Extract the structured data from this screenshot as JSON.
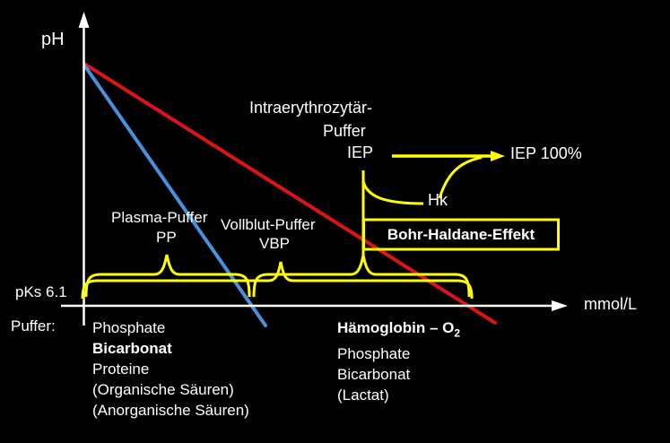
{
  "labels": {
    "y_axis": "pH",
    "x_axis": "mmol/L",
    "y_tick": "pKs 6.1",
    "intra_line1": "Intraerythrozytär-",
    "intra_line2": "Puffer",
    "iep": "IEP",
    "iep_100": "IEP 100%",
    "hk": "Hk",
    "bohr_box": "Bohr-Haldane-Effekt",
    "plasma_line1": "Plasma-Puffer",
    "plasma_line2": "PP",
    "vollblut_line1": "Vollblut-Puffer",
    "vollblut_line2": "VBP",
    "puffer_heading": "Puffer:"
  },
  "lists": {
    "left": {
      "items": [
        {
          "text": "Phosphate"
        },
        {
          "text": "Bicarbonat"
        },
        {
          "text": "Proteine"
        },
        {
          "text": "(Organische Säuren)"
        },
        {
          "text": "(Anorganische Säuren)"
        }
      ]
    },
    "right": {
      "items": [
        {
          "text": "Hämoglobin – O",
          "sub": "2"
        },
        {
          "text": "Phosphate"
        },
        {
          "text": "Bicarbonat"
        },
        {
          "text": "(Lactat)"
        }
      ]
    }
  },
  "colors": {
    "background": "#000000",
    "axis": "#ffffff",
    "red_line": "#dc1414",
    "blue_line": "#4692dd",
    "yellow": "#ffff00",
    "text": "#ffffff"
  }
}
